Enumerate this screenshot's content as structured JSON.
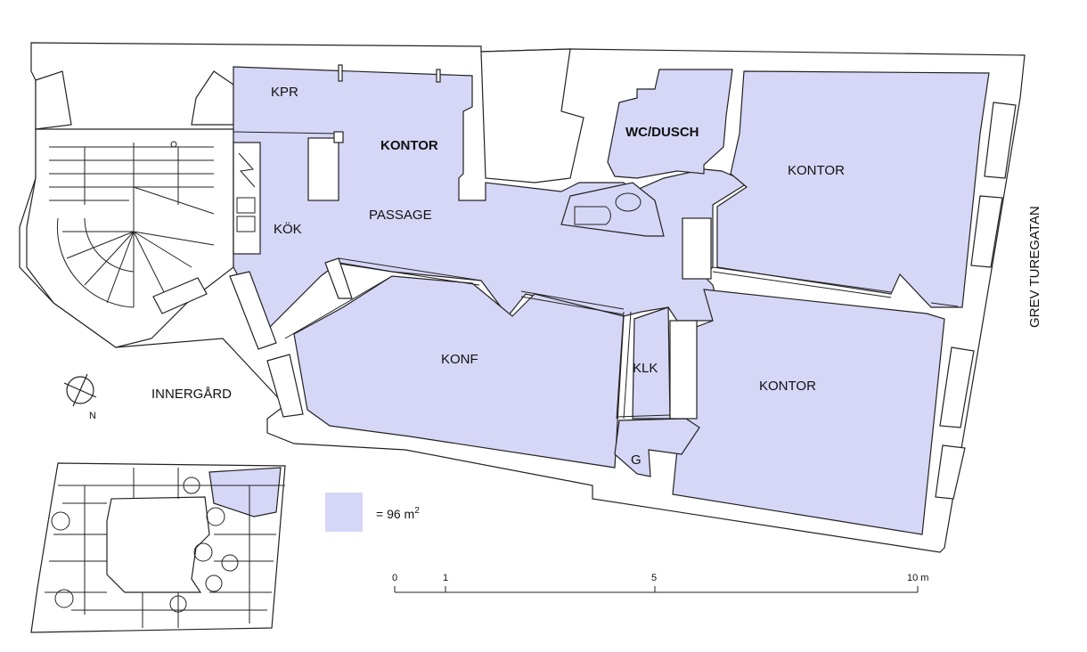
{
  "rooms": {
    "kpr": "KPR",
    "kontor_main": "KONTOR",
    "wc_dusch": "WC/DUSCH",
    "kontor_ne": "KONTOR",
    "kok": "KÖK",
    "passage": "PASSAGE",
    "konf": "KONF",
    "klk": "KLK",
    "kontor_se": "KONTOR",
    "g": "G"
  },
  "outside": {
    "innergard": "INNERGÅRD",
    "street": "GREV TUREGATAN",
    "compass_n": "N"
  },
  "legend": {
    "area_text": "= 96 m",
    "area_sup": "2",
    "swatch_color": "#d6d6f7"
  },
  "scale": {
    "ticks": [
      "0",
      "1",
      "5",
      "10 m"
    ]
  },
  "colors": {
    "room_fill": "#d6d6f7",
    "wall": "#222222"
  }
}
